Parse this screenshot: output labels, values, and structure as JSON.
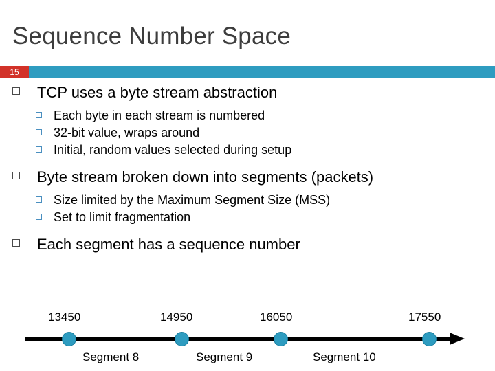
{
  "slide": {
    "title": "Sequence Number Space",
    "number": "15",
    "accent_color": "#2e9cc0",
    "number_badge_color": "#d23229",
    "bullets": [
      {
        "level": 1,
        "text": "TCP uses a byte stream abstraction"
      },
      {
        "level": 2,
        "text": "Each byte in each stream is numbered"
      },
      {
        "level": 2,
        "text": "32-bit value, wraps around"
      },
      {
        "level": 2,
        "text": "Initial, random values selected during setup"
      },
      {
        "level": 1,
        "text": "Byte stream broken down into segments (packets)"
      },
      {
        "level": 2,
        "text": "Size limited by the Maximum Segment Size (MSS)"
      },
      {
        "level": 2,
        "text": "Set to limit fragmentation"
      },
      {
        "level": 1,
        "text": "Each segment has a sequence number"
      }
    ],
    "diagram": {
      "sequence_numbers": [
        "13450",
        "14950",
        "16050",
        "17550"
      ],
      "segments": [
        "Segment 8",
        "Segment 9",
        "Segment 10"
      ],
      "dot_color": "#2e9cc0"
    }
  }
}
